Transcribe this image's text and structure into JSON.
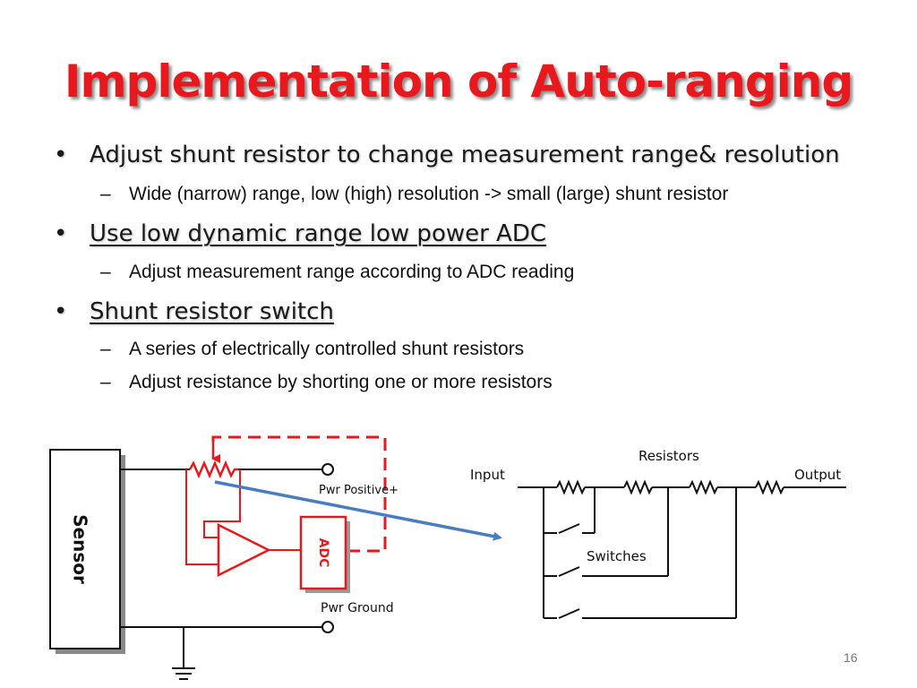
{
  "slide": {
    "title": "Implementation of Auto-ranging",
    "page_number": "16",
    "bullets": [
      {
        "text": "Adjust shunt resistor to change measurement range& resolution",
        "subs": [
          "Wide (narrow) range, low (high) resolution -> small (large) shunt resistor"
        ]
      },
      {
        "text": "Use low dynamic range low power ADC",
        "subs": [
          "Adjust measurement range according to ADC reading"
        ]
      },
      {
        "text": "Shunt resistor switch",
        "subs": [
          "A series of electrically controlled shunt resistors",
          "Adjust resistance by  shorting one or more resistors"
        ]
      }
    ]
  },
  "left_diagram": {
    "sensor_label": "Sensor",
    "adc_label": "ADC",
    "pwr_positive_label": "Pwr Positive+",
    "pwr_ground_label": "Pwr Ground"
  },
  "right_diagram": {
    "input_label": "Input",
    "output_label": "Output",
    "resistors_label": "Resistors",
    "switches_label": "Switches"
  },
  "colors": {
    "title": "#e8181c",
    "circuit_red": "#e8181c",
    "arrow_blue": "#4a7cc0"
  }
}
